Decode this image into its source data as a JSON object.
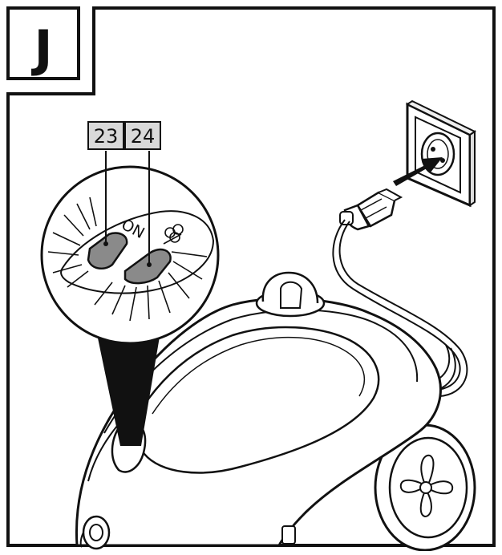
{
  "figure": {
    "step_letter": "J",
    "callouts": [
      {
        "id": "23",
        "label": "23",
        "target": "on-switch"
      },
      {
        "id": "24",
        "label": "24",
        "target": "steam-switch"
      }
    ],
    "switch_panel_text": "ON",
    "colors": {
      "line": "#111111",
      "switch_fill": "#8a8a8a",
      "callout_box_fill": "#d9d9d9",
      "body_fill": "#ffffff"
    },
    "icons": [
      "steam-symbol-icon",
      "wall-socket-icon",
      "power-plug-icon",
      "arrow-icon"
    ]
  }
}
